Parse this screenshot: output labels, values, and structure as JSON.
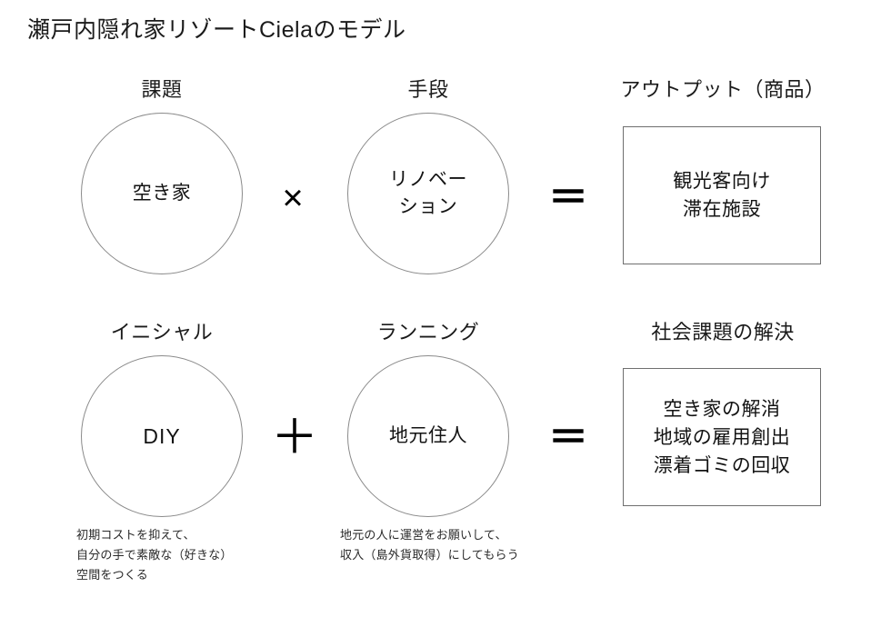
{
  "title": "瀬戸内隠れ家リゾートCielaのモデル",
  "colors": {
    "background": "#ffffff",
    "text": "#1b1b1b",
    "circle_stroke": "#8a8a8a",
    "box_stroke": "#6f6f6f",
    "operator": "#000000"
  },
  "rows": [
    {
      "id": "row-1",
      "labels": {
        "input": "課題",
        "means": "手段",
        "output": "アウトプット（商品）"
      },
      "circle_left": "空き家",
      "operator_1": "×",
      "circle_right": "リノベー\nション",
      "operator_2": "＝",
      "output_box": "観光客向け\n滞在施設",
      "note_left": "",
      "note_right": ""
    },
    {
      "id": "row-2",
      "labels": {
        "input": "イニシャル",
        "means": "ランニング",
        "output": "社会課題の解決"
      },
      "circle_left": "DIY",
      "operator_1": "＋",
      "circle_right": "地元住人",
      "operator_2": "＝",
      "output_box": "空き家の解消\n地域の雇用創出\n漂着ゴミの回収",
      "note_left": "初期コストを抑えて、\n自分の手で素敵な（好きな）\n空間をつくる",
      "note_right": "地元の人に運営をお願いして、\n収入（島外貨取得）にしてもらう"
    }
  ]
}
